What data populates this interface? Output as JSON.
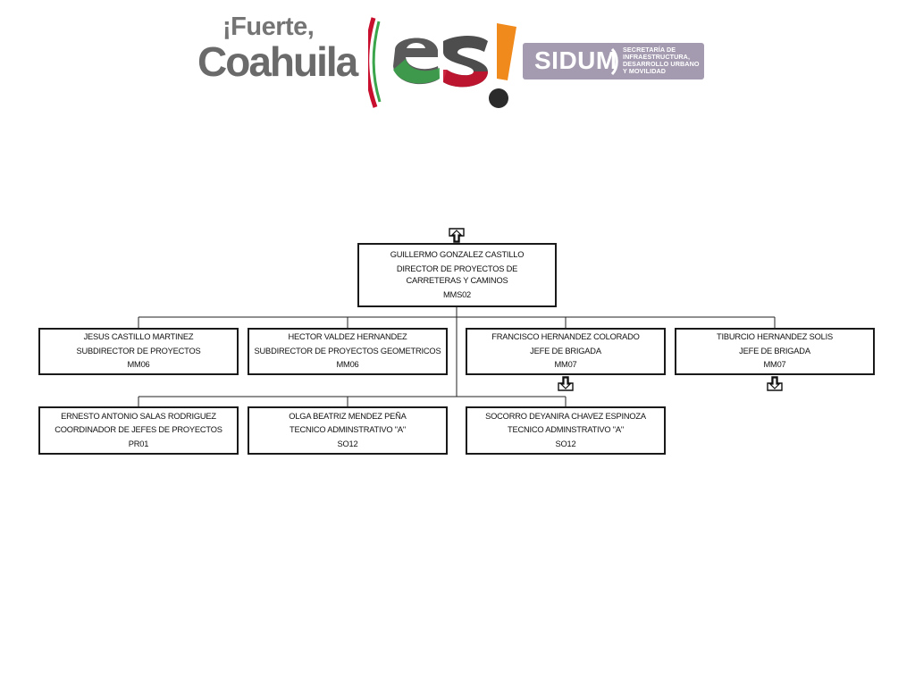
{
  "header": {
    "logo_line1": "¡Fuerte,",
    "logo_line2": "Coahuila",
    "logo_mark": "es!",
    "sidum": "SIDUM",
    "sidum_desc": "SECRETARÍA DE INFRAESTRUCTURA, DESARROLLO URBANO Y MOVILIDAD",
    "colors": {
      "gray": "#6e6e6e",
      "green": "#3aa54a",
      "red": "#c8102e",
      "orange": "#f08a1c",
      "sidum": "#a49bb0"
    }
  },
  "org": {
    "director": {
      "name": "GUILLERMO GONZALEZ CASTILLO",
      "title": "DIRECTOR DE PROYECTOS DE CARRETERAS Y CAMINOS",
      "code": "MMS02"
    },
    "row1": [
      {
        "name": "JESUS CASTILLO MARTINEZ",
        "title": "SUBDIRECTOR DE PROYECTOS",
        "code": "MM06"
      },
      {
        "name": "HECTOR VALDEZ HERNANDEZ",
        "title": "SUBDIRECTOR DE PROYECTOS GEOMETRICOS",
        "code": "MM06"
      },
      {
        "name": "FRANCISCO HERNANDEZ COLORADO",
        "title": "JEFE DE BRIGADA",
        "code": "MM07"
      },
      {
        "name": "TIBURCIO HERNANDEZ SOLIS",
        "title": "JEFE DE BRIGADA",
        "code": "MM07"
      }
    ],
    "row2": [
      {
        "name": "ERNESTO ANTONIO SALAS RODRIGUEZ",
        "title": "COORDINADOR DE JEFES DE PROYECTOS",
        "code": "PR01"
      },
      {
        "name": "OLGA BEATRIZ MENDEZ PEÑA",
        "title": "TECNICO ADMINSTRATIVO \"A\"",
        "code": "SO12"
      },
      {
        "name": "SOCORRO DEYANIRA CHAVEZ ESPINOZA",
        "title": "TECNICO ADMINSTRATIVO \"A\"",
        "code": "SO12"
      }
    ],
    "icons": {
      "up": "up-arrow-icon",
      "down": "down-arrow-icon"
    }
  }
}
